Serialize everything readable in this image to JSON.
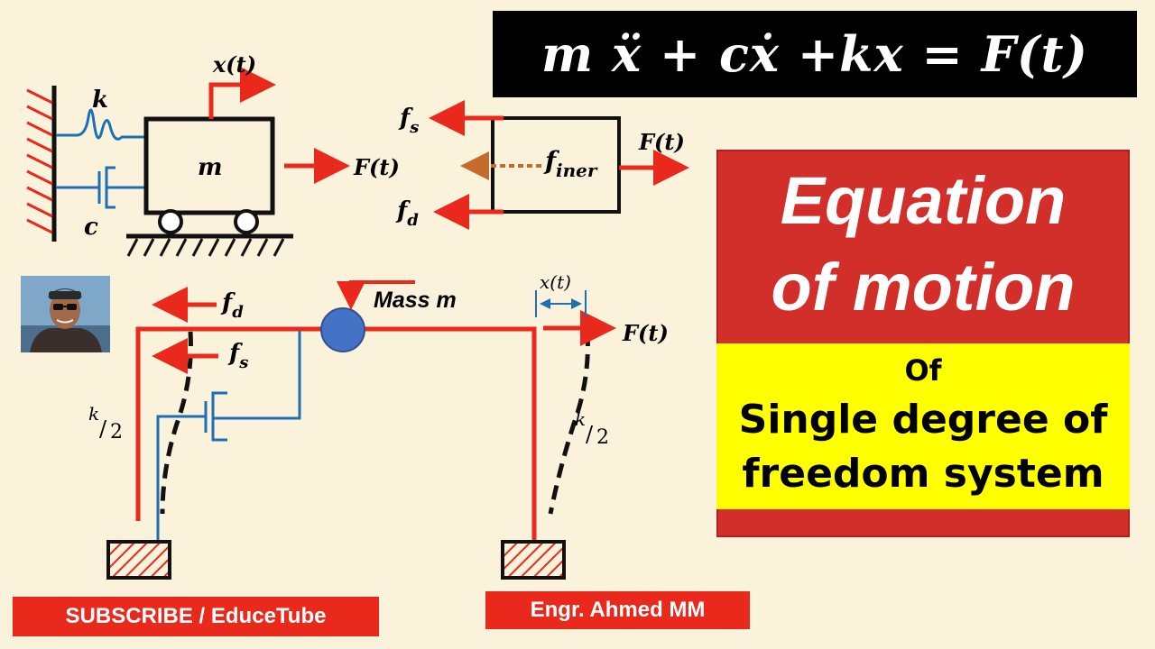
{
  "equation": "m ẍ + cẋ +kx = F(t)",
  "title": {
    "line1": "Equation",
    "line2": "of motion",
    "of": "Of",
    "line3": "Single degree of",
    "line4": "freedom system"
  },
  "labels": {
    "k": "k",
    "c": "c",
    "m": "m",
    "x_t": "x(t)",
    "F_t": "F(t)",
    "f_s": "f",
    "f_s_sub": "s",
    "f_d": "f",
    "f_d_sub": "d",
    "f_iner": "f",
    "f_iner_sub": "iner",
    "mass_m": "Mass m",
    "k_half": "k",
    "half_den": "2"
  },
  "subscribe": "SUBSCRIBE / EduceTube",
  "author": "Engr. Ahmed MM",
  "colors": {
    "red": "#e8291c",
    "blue": "#1f6fb5",
    "yellow": "#ffff00",
    "panel_red": "#d32f2a",
    "mass_blue": "#4472c4",
    "background": "#fbf2dc"
  }
}
